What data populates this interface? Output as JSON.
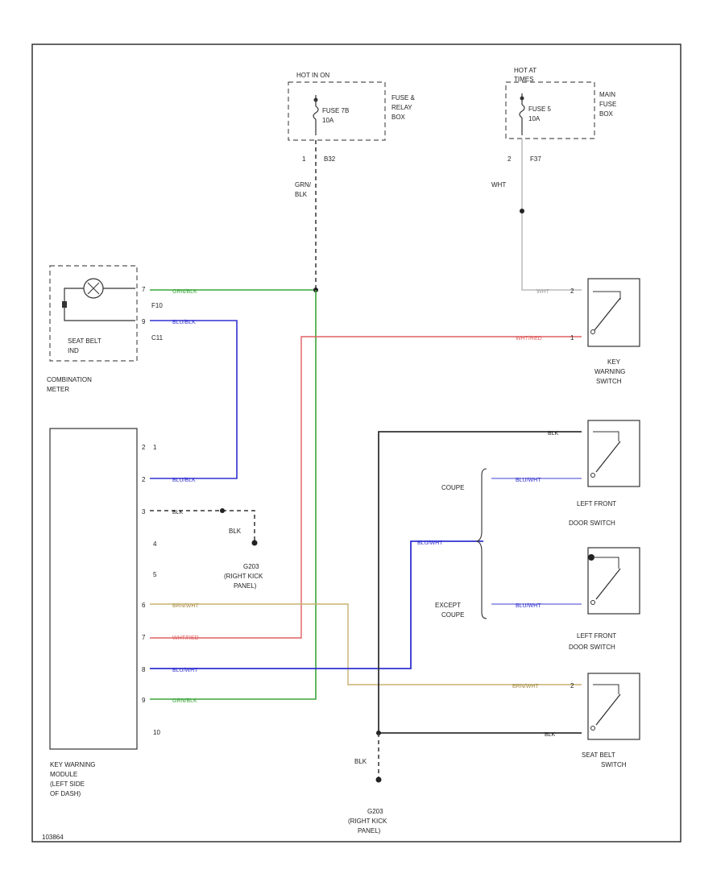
{
  "fuse_left": {
    "header": "HOT IN ON",
    "fuse_line1": "FUSE 7B",
    "fuse_line2": "10A",
    "box_line1": "FUSE &",
    "box_line2": "RELAY",
    "box_line3": "BOX",
    "pin": "1",
    "connector": "B32",
    "wire_line1": "GRN/",
    "wire_line2": "BLK"
  },
  "fuse_right": {
    "header_line1": "HOT AT",
    "header_line2": "TIMES",
    "fuse_line1": "FUSE 5",
    "fuse_line2": "10A",
    "box_line1": "MAIN",
    "box_line2": "FUSE",
    "box_line3": "BOX",
    "pin": "2",
    "connector": "F37",
    "wire": "WHT"
  },
  "combination_meter": {
    "component_line1": "SEAT BELT",
    "component_line2": "IND",
    "pin_top": "7",
    "pin_bottom": "9",
    "connector_top": "F10",
    "connector_bottom": "C11",
    "label_line1": "COMBINATION",
    "label_line2": "METER",
    "wire_top": "GRN/BLK",
    "wire_bottom": "BLU/BLK"
  },
  "module": {
    "label_line1": "KEY WARNING",
    "label_line2": "MODULE",
    "label_line3": "(LEFT SIDE",
    "label_line4": "OF DASH)",
    "pins": [
      {
        "side": "2",
        "num": "1",
        "wire": ""
      },
      {
        "side": "",
        "num": "2",
        "wire": "BLU/BLK"
      },
      {
        "side": "",
        "num": "3",
        "wire": "BLK"
      },
      {
        "side": "",
        "num": "4",
        "wire": ""
      },
      {
        "side": "",
        "num": "5",
        "wire": ""
      },
      {
        "side": "",
        "num": "6",
        "wire": "BRN/WHT"
      },
      {
        "side": "",
        "num": "7",
        "wire": "WHT/RED"
      },
      {
        "side": "",
        "num": "8",
        "wire": "BLU/WHT"
      },
      {
        "side": "",
        "num": "9",
        "wire": "GRN/BLK"
      },
      {
        "side": "",
        "num": "10",
        "wire": ""
      }
    ]
  },
  "ground_left": {
    "wire": "BLK",
    "label_line1": "G203",
    "label_line2": "(RIGHT KICK",
    "label_line3": "PANEL)"
  },
  "ground_right": {
    "wire": "BLK",
    "label_line1": "G203",
    "label_line2": "(RIGHT KICK",
    "label_line3": "PANEL)"
  },
  "key_switch": {
    "wire_top": "WHT",
    "pin_top": "2",
    "wire_bottom": "WHT/RED",
    "pin_bottom": "1",
    "label_line1": "KEY",
    "label_line2": "WARNING",
    "label_line3": "SWITCH"
  },
  "door_switch_coupe": {
    "wire_top": "BLK",
    "wire_bottom": "BLU/WHT",
    "label_line1": "LEFT FRONT",
    "label_line2": "DOOR SWITCH"
  },
  "door_switch_except": {
    "wire_bottom": "BLU/WHT",
    "label_line1": "LEFT FRONT",
    "label_line2": "DOOR SWITCH"
  },
  "branch": {
    "coupe": "COUPE",
    "except_line1": "EXCEPT",
    "except_line2": "COUPE",
    "wire": "BLU/WHT"
  },
  "seat_belt_switch": {
    "wire_top": "BRN/WHT",
    "pin_top": "2",
    "wire_bottom": "BLK",
    "label_line1": "SEAT BELT",
    "label_line2": "SWITCH"
  },
  "footer_code": "103864",
  "colors": {
    "green": "#3aa53a",
    "blue": "#3030d0",
    "red": "#e06060",
    "tan": "#c8b070",
    "black": "#222222",
    "white_wire": "#bbbbbb"
  }
}
